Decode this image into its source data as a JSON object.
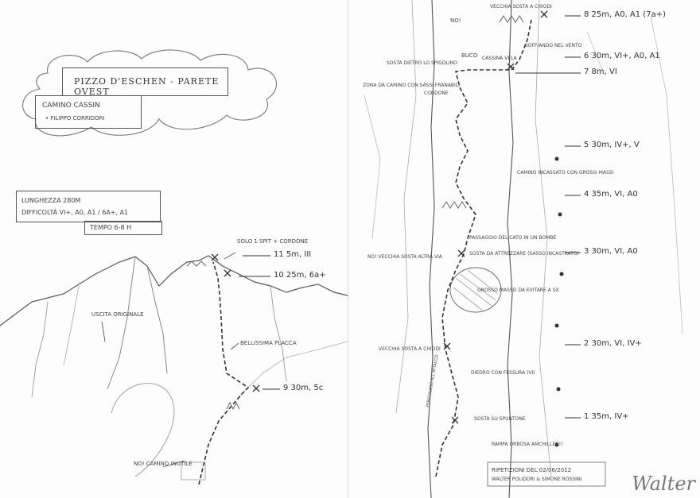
{
  "header": {
    "title": "PIZZO D'ESCHEN - PARETE OVEST",
    "route": "CAMINO CASSIN",
    "author": "• FILIPPO CORRIDORI"
  },
  "info": {
    "length": "LUNGHEZZA 280m",
    "difficulty": "DIFFICOLTÀ VI+, A0, A1 / 6a+, A1",
    "time": "TEMPO 6-8 h"
  },
  "left_labels": {
    "uscita": "USCITA ORIGINALE",
    "spit": "SOLO 1 SPIT + CORDONE",
    "placca": "BELLISSIMA PLACCA",
    "no_camino": "NO! CAMINO INUTILE"
  },
  "pitches_left": [
    {
      "label": "11  5m, III"
    },
    {
      "label": "10  25m, 6a+"
    },
    {
      "label": "9  30m, 5c"
    }
  ],
  "pitches_right": [
    {
      "label": "8  25m, A0, A1 (7a+)"
    },
    {
      "label": "6  30m, VI+, A0, A1"
    },
    {
      "label": "7  8m, VI"
    },
    {
      "label": "5  30m, IV+, V"
    },
    {
      "label": "4  35m, VI, A0"
    },
    {
      "label": "3  30m, VI, A0"
    },
    {
      "label": "2  30m, VI, IV+"
    },
    {
      "label": "1  35m, IV+"
    }
  ],
  "right_labels": {
    "no": "NO!",
    "vecchia_sosta_chiodi": "VECCHIA SOSTA A CHIODI",
    "soffiando": "SOFFIANDO NEL VENTO",
    "sosta_dietro": "SOSTA DIETRO LO SPIGOLINO",
    "buco": "BUCO",
    "cassina": "CASSINA VELA",
    "zona": "ZONA DA CAMINO CON SASSI FRANABILI",
    "cordone": "CORDONE",
    "camino_incassato": "CAMINO INCASSATO CON GROSSI MASSI",
    "passaggio": "PASSAGGIO DELICATO IN UN BOMBÈ",
    "vecchia_sosta_altra": "NO! VECCHIA SOSTA ALTRA VIA",
    "sosta_attrezzare": "SOSTA DA ATTREZZARE (SASSO INCASTRATO)",
    "grosso": "GROSSO MASSO DA EVITARE A SX",
    "vecchia_sosta_chiodi2": "VECCHIA SOSTA A CHIODI",
    "diedro": "DIEDRO CON FESSURA (VI)",
    "sosta_spuntone": "SOSTA SU SPUNTONE",
    "rampa": "RAMPA ORBOSA AMCHILLEN!!",
    "pericoli": "PERICOLOSO ALL'ATTACCO",
    "ripetizioni": "RIPETIZIONI DEL 02/06/2012",
    "names": "WALTER POLIDORI & SIMONE ROSSINI"
  },
  "signature": "Walter"
}
